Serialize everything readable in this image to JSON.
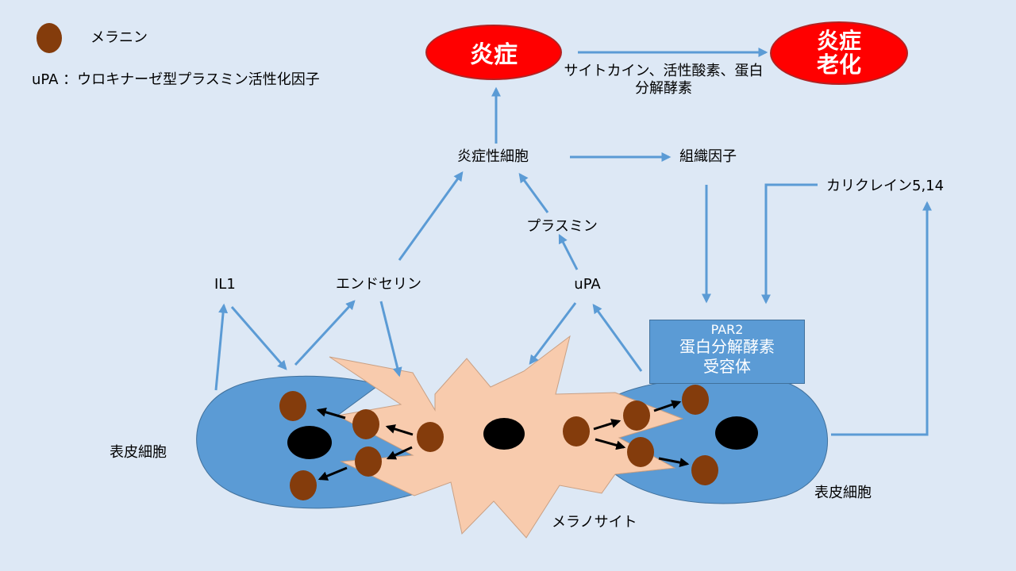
{
  "legend": {
    "melanin_label": "メラニン",
    "upa_definition": "uPA ：ウロキナーゼ型プラスミン活性化因子"
  },
  "nodes": {
    "inflammation": "炎症",
    "inflammatory_aging": "炎症老化",
    "mediators": "サイトカイン、活性酸素、蛋白分解酵素",
    "inflammatory_cells": "炎症性細胞",
    "tissue_factor": "組織因子",
    "kallikrein": "カリクレイン5,14",
    "plasmin": "プラスミン",
    "il1": "IL1",
    "endothelin": "エンドセリン",
    "upa": "uPA",
    "par2_code": "PAR2",
    "par2_name": "蛋白分解酵素受容体",
    "keratinocyte_left": "表皮細胞",
    "keratinocyte_right": "表皮細胞",
    "melanocyte": "メラノサイト"
  },
  "colors": {
    "background": "#dde8f5",
    "arrow": "#5b9bd5",
    "cell": "#5b9bd5",
    "melanocyte": "#f8cbad",
    "melanin": "#843c0c",
    "nucleus": "#000000",
    "inflammation": "#ff0000"
  }
}
